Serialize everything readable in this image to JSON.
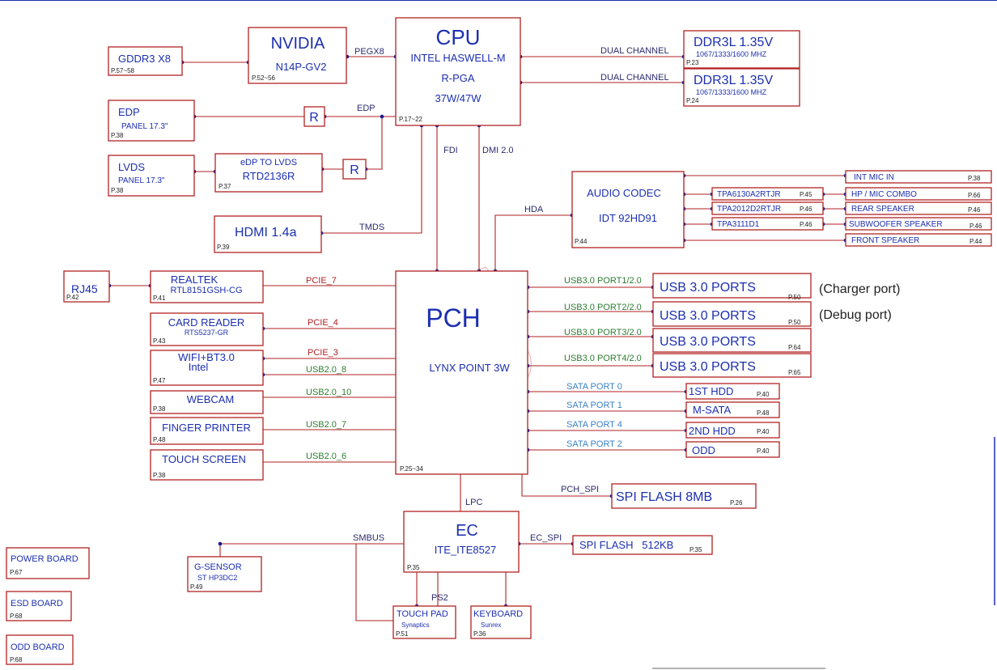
{
  "cpu": {
    "title": "CPU",
    "l1": "INTEL HASWELL-M",
    "l2": "R-PGA",
    "l3": "37W/47W",
    "page": "P.17~22"
  },
  "nvidia": {
    "title": "NVIDIA",
    "model": "N14P-GV2",
    "page": "P.52~56"
  },
  "gddr": {
    "title": "GDDR3 X8",
    "page": "P.57~58"
  },
  "ddr1": {
    "title": "DDR3L 1.35V",
    "speed": "1067/1333/1600 MHZ",
    "page": "P.23"
  },
  "ddr2": {
    "title": "DDR3L 1.35V",
    "speed": "1067/1333/1600 MHZ",
    "page": "P.24"
  },
  "edp": {
    "title": "EDP",
    "sub": "PANEL 17.3\"",
    "page": "P.38"
  },
  "lvds": {
    "title": "LVDS",
    "sub": "PANEL 17.3\"",
    "page": "P.38"
  },
  "bridge": {
    "title": "eDP TO LVDS",
    "model": "RTD2136R",
    "page": "P.37"
  },
  "r1": "R",
  "r2": "R",
  "hdmi": {
    "title": "HDMI 1.4a",
    "page": "P.39"
  },
  "audio": {
    "title": "AUDIO CODEC",
    "model": "IDT 92HD91",
    "page": "P.44"
  },
  "amps": [
    {
      "name": "TPA6130A2RTJR",
      "page": "P.45"
    },
    {
      "name": "TPA2012D2RTJR",
      "page": "P.46"
    },
    {
      "name": "TPA3111D1",
      "page": "P.46"
    }
  ],
  "audio_out": [
    {
      "name": "INT MIC IN",
      "page": "P.38"
    },
    {
      "name": "HP / MIC COMBO",
      "page": "P.66"
    },
    {
      "name": "REAR SPEAKER",
      "page": "P.46"
    },
    {
      "name": "SUBWOOFER SPEAKER",
      "page": "P.46"
    },
    {
      "name": "FRONT SPEAKER",
      "page": "P.44"
    }
  ],
  "pch": {
    "title": "PCH",
    "sub": "LYNX POINT 3W",
    "page": "P.25~34"
  },
  "rj45": {
    "title": "RJ45",
    "page": "P.42"
  },
  "realtek": {
    "title": "REALTEK",
    "model": "RTL8151GSH-CG",
    "page": "P.41"
  },
  "card": {
    "title": "CARD READER",
    "model": "RTS5237-GR",
    "page": "P.43"
  },
  "wifi": {
    "title": "WIFI+BT3.0",
    "sub": "Intel",
    "page": "P.47"
  },
  "webcam": {
    "title": "WEBCAM",
    "page": "P.38"
  },
  "finger": {
    "title": "FINGER PRINTER",
    "page": "P.48"
  },
  "touch": {
    "title": "TOUCH SCREEN",
    "page": "P.38"
  },
  "usb": [
    {
      "title": "USB 3.0 PORTS",
      "page": "P.50",
      "port": "USB3.0 PORT1/2.0",
      "note": "(Charger port)"
    },
    {
      "title": "USB 3.0 PORTS",
      "page": "P.50",
      "port": "USB3.0 PORT2/2.0",
      "note": "(Debug port)"
    },
    {
      "title": "USB 3.0 PORTS",
      "page": "P.64",
      "port": "USB3.0 PORT3/2.0",
      "note": ""
    },
    {
      "title": "USB 3.0 PORTS",
      "page": "P.65",
      "port": "USB3.0 PORT4/2.0",
      "note": ""
    }
  ],
  "sata": [
    {
      "title": "1ST HDD",
      "page": "P.40",
      "port": "SATA PORT 0"
    },
    {
      "title": "M-SATA",
      "page": "P.48",
      "port": "SATA PORT 1"
    },
    {
      "title": "2ND HDD",
      "page": "P.40",
      "port": "SATA PORT 4"
    },
    {
      "title": "ODD",
      "page": "P.40",
      "port": "SATA PORT 2"
    }
  ],
  "spi": {
    "title": "SPI FLASH 8MB",
    "page": "P.26"
  },
  "ec": {
    "title": "EC",
    "model": "ITE_ITE8527",
    "page": "P.35"
  },
  "spi_ec": {
    "title": "SPI FLASH   512KB",
    "page": "P.35"
  },
  "gsensor": {
    "title": "G-SENSOR",
    "model": "ST HP3DC2",
    "page": "P.49"
  },
  "touchpad": {
    "title": "TOUCH PAD",
    "sub": "Synaptics",
    "page": "P.51"
  },
  "keyboard": {
    "title": "KEYBOARD",
    "sub": "Sunrex",
    "page": "P.36"
  },
  "boards": [
    {
      "title": "POWER BOARD",
      "page": "P.67"
    },
    {
      "title": "ESD BOARD",
      "page": "P.68"
    },
    {
      "title": "ODD BOARD",
      "page": "P.68"
    }
  ],
  "signals": {
    "pegx8": "PEGX8",
    "dual1": "DUAL CHANNEL",
    "dual2": "DUAL CHANNEL",
    "edp": "EDP",
    "fdi": "FDI",
    "dmi": "DMI 2.0",
    "tmds": "TMDS",
    "hda": "HDA",
    "pcie7": "PCIE_7",
    "pcie4": "PCIE_4",
    "pcie3": "PCIE_3",
    "usb8": "USB2.0_8",
    "usb10": "USB2.0_10",
    "usb7": "USB2.0_7",
    "usb6": "USB2.0_6",
    "lpc": "LPC",
    "pch_spi": "PCH_SPI",
    "smbus": "SMBUS",
    "ec_spi": "EC_SPI",
    "ps2": "PS2"
  }
}
